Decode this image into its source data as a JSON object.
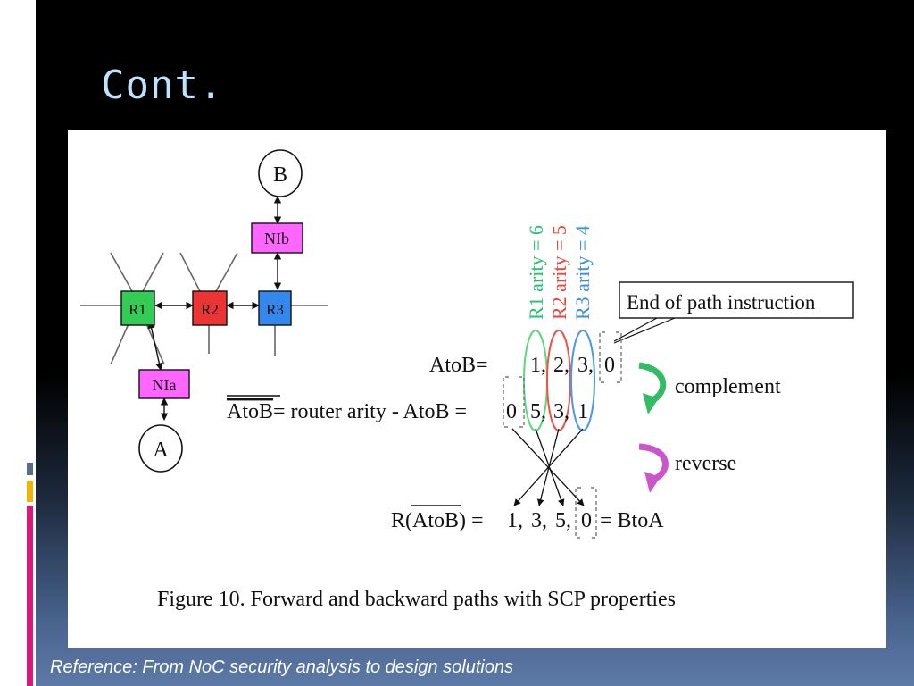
{
  "slide": {
    "title": "Cont.",
    "reference": "Reference: From NoC security analysis to design solutions"
  },
  "figure": {
    "caption": "Figure 10.  Forward  and backward paths with SCP properties",
    "nodes": {
      "endpoint_b": "B",
      "endpoint_a": "A",
      "ni_b": "NIb",
      "ni_a": "NIa",
      "router_1": "R1",
      "router_2": "R2",
      "router_3": "R3"
    },
    "arity_labels": [
      {
        "text": "R1 arity = 6",
        "color": "#2bbf74"
      },
      {
        "text": "R2 arity = 5",
        "color": "#e8463a"
      },
      {
        "text": "R3 arity = 4",
        "color": "#3f8fe0"
      }
    ],
    "end_instruction": "End of path instruction",
    "atob": {
      "label": "AtoB=",
      "values": [
        "1,",
        "2,",
        "3,",
        "0"
      ]
    },
    "complement_row": {
      "label_overlined": "AtoB",
      "label_rest": "= router arity - AtoB =",
      "values": [
        "0",
        "5,",
        "3,",
        "1"
      ]
    },
    "reverse_row": {
      "label_prefix": "R(",
      "label_overlined": "AtoB",
      "label_suffix": ") =",
      "values": [
        "1,",
        "3,",
        "5,",
        "0"
      ],
      "result": "= BtoA"
    },
    "ops": {
      "complement": "complement",
      "reverse": "reverse"
    },
    "colors": {
      "router_1": "#33cc55",
      "router_2": "#ee3333",
      "router_3": "#3388ee",
      "network_interface": "#ff66ff",
      "complement_arrow": "#33bb66",
      "reverse_arrow": "#cc55cc"
    }
  }
}
